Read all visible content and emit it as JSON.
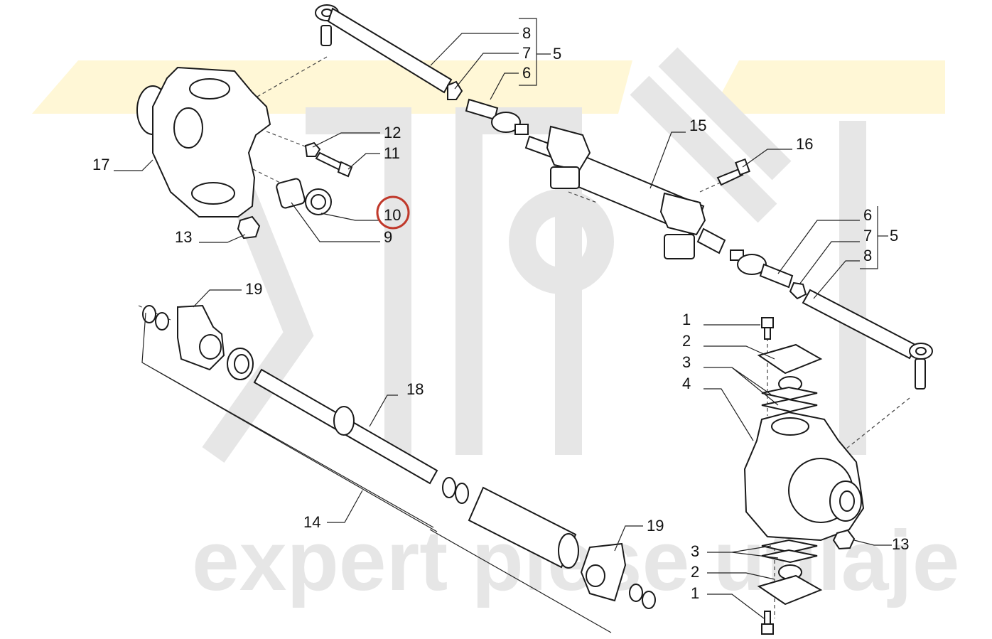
{
  "watermark": {
    "text": "expert piese utilaje",
    "logo_band_color": "#fff7d6",
    "logo_color": "#e8e8e8"
  },
  "highlight": {
    "label": "10",
    "color": "#c0392b"
  },
  "callouts": [
    {
      "id": "c8-top",
      "label": "8"
    },
    {
      "id": "c7-top",
      "label": "7"
    },
    {
      "id": "c6-top",
      "label": "6"
    },
    {
      "id": "c5-top",
      "label": "5"
    },
    {
      "id": "c12",
      "label": "12"
    },
    {
      "id": "c11",
      "label": "11"
    },
    {
      "id": "c17",
      "label": "17"
    },
    {
      "id": "c10",
      "label": "10"
    },
    {
      "id": "c9",
      "label": "9"
    },
    {
      "id": "c13-left",
      "label": "13"
    },
    {
      "id": "c15",
      "label": "15"
    },
    {
      "id": "c16",
      "label": "16"
    },
    {
      "id": "c6-right",
      "label": "6"
    },
    {
      "id": "c7-right",
      "label": "7"
    },
    {
      "id": "c5-right",
      "label": "5"
    },
    {
      "id": "c8-right",
      "label": "8"
    },
    {
      "id": "c19-top",
      "label": "19"
    },
    {
      "id": "c1-top",
      "label": "1"
    },
    {
      "id": "c2-top",
      "label": "2"
    },
    {
      "id": "c3-top",
      "label": "3"
    },
    {
      "id": "c4",
      "label": "4"
    },
    {
      "id": "c18",
      "label": "18"
    },
    {
      "id": "c14",
      "label": "14"
    },
    {
      "id": "c19-bottom",
      "label": "19"
    },
    {
      "id": "c13-right",
      "label": "13"
    },
    {
      "id": "c3-bottom",
      "label": "3"
    },
    {
      "id": "c2-bottom",
      "label": "2"
    },
    {
      "id": "c1-bottom",
      "label": "1"
    }
  ]
}
